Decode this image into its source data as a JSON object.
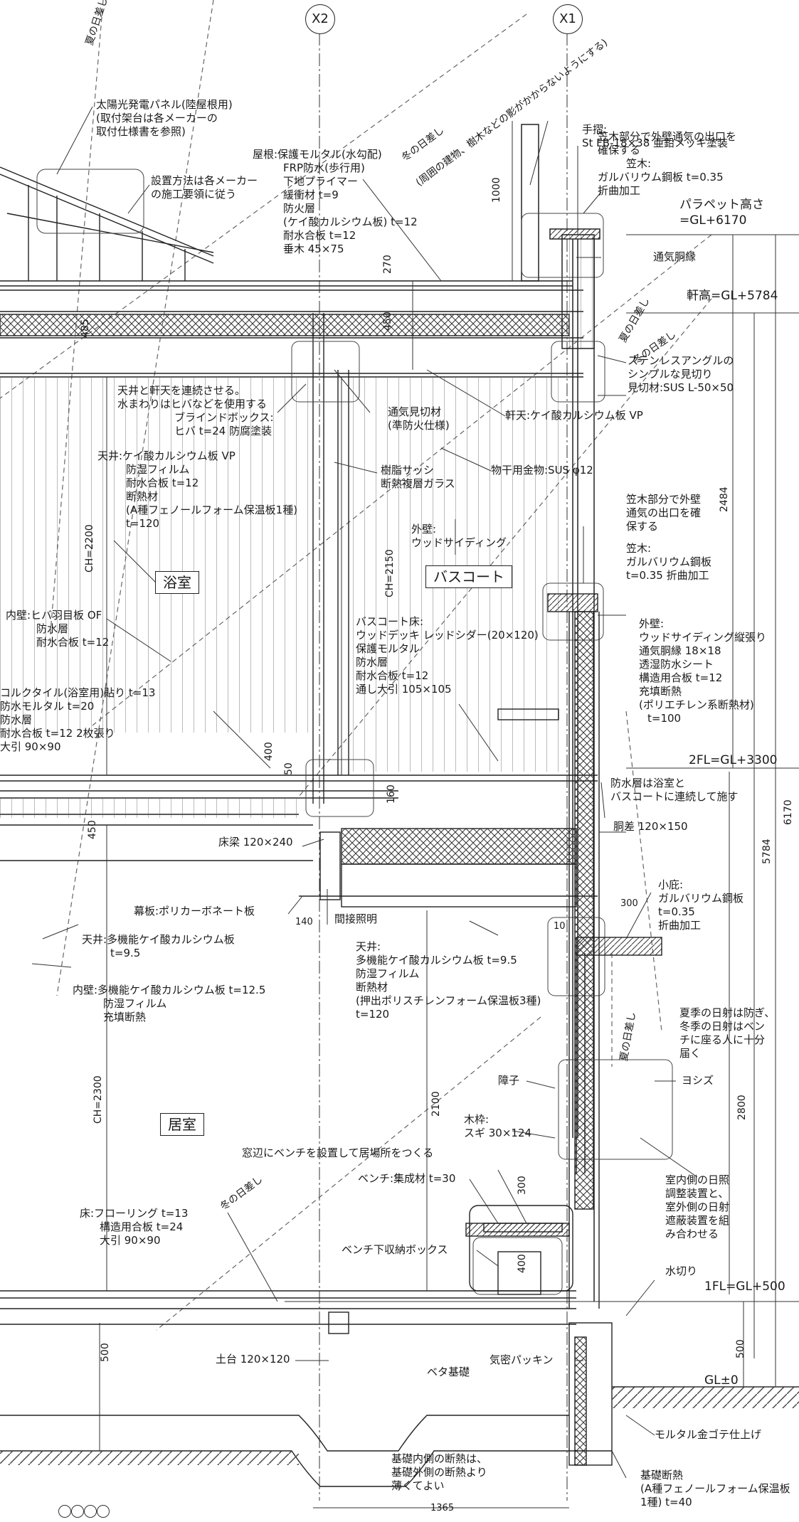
{
  "grid": {
    "x2": "X2",
    "x1": "X1"
  },
  "sun": {
    "summer_top": "夏の日差し",
    "winter_top_1": "冬の日差し",
    "winter_top_2": "(周囲の建物、樹木などの影がかからないようにする)",
    "summer_right": "夏の日差し",
    "winter_right": "冬の日差し",
    "summer_low": "夏の日差し",
    "winter_low": "冬の日差し"
  },
  "solar": {
    "l1": "太陽光発電パネル(陸屋根用)",
    "l2": "(取付架台は各メーカーの",
    "l3": "取付仕様書を参照)"
  },
  "install": {
    "l1": "設置方法は各メーカー",
    "l2": "の施工要領に従う"
  },
  "roof": {
    "l1": "屋根:保護モルタル(水勾配)",
    "l2": "FRP防水(歩行用)",
    "l3": "下地プライマー",
    "l4": "緩衝材 t=9",
    "l5": "防火層",
    "l6": "(ケイ酸カルシウム板) t=12",
    "l7": "耐水合板 t=12",
    "l8": "垂木 45×75"
  },
  "handrail": {
    "l1": "手摺:",
    "l2": "St FB-18×38 亜鉛メッキ塗装"
  },
  "coping_top": {
    "l1": "笠木部分で外壁通気の出口を",
    "l2": "確保する",
    "l3": "笠木:",
    "l4": "ガルバリウム鋼板 t=0.35",
    "l5": "折曲加工"
  },
  "levels": {
    "parapet_1": "パラペット高さ",
    "parapet_2": "=GL+6170",
    "eaves": "軒高=GL+5784",
    "fl2": "2FL=GL+3300",
    "fl1": "1FL=GL+500",
    "gl": "GL±0"
  },
  "vent_furring": "通気胴縁",
  "stainless": {
    "l1": "ステンレスアングルの",
    "l2": "シンプルな見切り",
    "l3": "見切材:SUS L-50×50"
  },
  "eaves_ceiling": "軒天:ケイ酸カルシウム板 VP",
  "blind": {
    "l1": "天井と軒天を連続させる。",
    "l2": "水まわりはヒバなどを使用する",
    "l3": "ブラインドボックス:",
    "l4": "ヒバ t=24 防腐塗装"
  },
  "vent_cut": {
    "l1": "通気見切材",
    "l2": "(準防火仕様)"
  },
  "dry_hook": "物干用金物:SUS φ12",
  "sash": {
    "l1": "樹脂サッシ",
    "l2": "断熱複層ガラス"
  },
  "ceiling_upper": {
    "l1": "天井:ケイ酸カルシウム板 VP",
    "l2": "防湿フィルム",
    "l3": "耐水合板 t=12",
    "l4": "断熱材",
    "l5": "(A種フェノールフォーム保温板1種)",
    "l6": "t=120"
  },
  "outer_wall_upper": {
    "l1": "外壁:",
    "l2": "ウッドサイディング"
  },
  "coping_mid": {
    "l1": "笠木部分で外壁",
    "l2": "通気の出口を確",
    "l3": "保する",
    "l4": "笠木:",
    "l5": "ガルバリウム鋼板",
    "l6": "t=0.35 折曲加工"
  },
  "rooms": {
    "bath": "浴室",
    "bath_court": "バスコート",
    "living": "居室"
  },
  "ch": {
    "bath": "CH=2200",
    "court": "CH=2150",
    "living": "CH=2300"
  },
  "inner_wall_upper": {
    "l1": "内壁:ヒバ羽目板 OF",
    "l2": "防水層",
    "l3": "耐水合板 t=12"
  },
  "court_floor": {
    "l1": "バスコート床:",
    "l2": "ウッドデッキ レッドシダー(20×120)",
    "l3": "保護モルタル",
    "l4": "防水層",
    "l5": "耐水合板 t=12",
    "l6": "通し大引 105×105"
  },
  "outer_wall_main": {
    "l1": "外壁:",
    "l2": "ウッドサイディング縦張り",
    "l3": "通気胴縁 18×18",
    "l4": "透湿防水シート",
    "l5": "構造用合板 t=12",
    "l6": "充填断熱",
    "l7": "(ポリエチレン系断熱材)",
    "l8": "t=100"
  },
  "bath_floor": {
    "l1": "コルクタイル(浴室用)貼り t=13",
    "l2": "防水モルタル t=20",
    "l3": "防水層",
    "l4": "耐水合板 t=12 2枚張り",
    "l5": "大引 90×90"
  },
  "waterproof": {
    "l1": "防水層は浴室と",
    "l2": "バスコートに連続して施す"
  },
  "belt": "胴差 120×150",
  "floor_beam": "床梁 120×240",
  "canopy": {
    "l1": "小庇:",
    "l2": "ガルバリウム鋼板",
    "l3": "t=0.35",
    "l4": "折曲加工"
  },
  "curtain": "幕板:ポリカーボネート板",
  "indirect": "間接照明",
  "ceiling_lower_left": {
    "l1": "天井:多機能ケイ酸カルシウム板",
    "l2": "t=9.5"
  },
  "ceiling_lower": {
    "l1": "天井:",
    "l2": "多機能ケイ酸カルシウム板 t=9.5",
    "l3": "防湿フィルム",
    "l4": "断熱材",
    "l5": "(押出ポリスチレンフォーム保温板3種)",
    "l6": "t=120"
  },
  "inner_wall_lower": {
    "l1": "内壁:多機能ケイ酸カルシウム板 t=12.5",
    "l2": "防湿フィルム",
    "l3": "充填断熱"
  },
  "summer_note": {
    "l1": "夏季の日射は防ぎ、",
    "l2": "冬季の日射はベン",
    "l3": "チに座る人に十分",
    "l4": "届く"
  },
  "shoji": "障子",
  "yoshizu": "ヨシズ",
  "wood_frame": {
    "l1": "木枠:",
    "l2": "スギ 30×124"
  },
  "window_bench": "窓辺にベンチを設置して居場所をつくる",
  "bench": "ベンチ:集成材 t=30",
  "light_note": {
    "l1": "室内側の日照",
    "l2": "調整装置と、",
    "l3": "室外側の日射",
    "l4": "遮蔽装置を組",
    "l5": "み合わせる"
  },
  "floor_lower": {
    "l1": "床:フローリング t=13",
    "l2": "構造用合板 t=24",
    "l3": "大引 90×90"
  },
  "storage": "ベンチ下収納ボックス",
  "drip": "水切り",
  "sill": "土台 120×120",
  "mat_found": "ベタ基礎",
  "packing": "気密パッキン",
  "mortar": "モルタル金ゴテ仕上げ",
  "found_note": {
    "l1": "基礎内側の断熱は、",
    "l2": "基礎外側の断熱より",
    "l3": "薄くてよい"
  },
  "found_insul": {
    "l1": "基礎断熱",
    "l2": "(A種フェノールフォーム保温板",
    "l3": "1種) t=40"
  },
  "dims": {
    "d1000": "1000",
    "d270": "270",
    "d450a": "450",
    "d485": "485",
    "d2484": "2484",
    "d6170": "6170",
    "d5784": "5784",
    "d2800": "2800",
    "d500r": "500",
    "d400a": "400",
    "d50": "50",
    "d160": "160",
    "d450b": "450",
    "d140": "140",
    "d10": "10",
    "d300a": "300",
    "d2100": "2100",
    "d300b": "300",
    "d400b": "400",
    "d500l": "500",
    "d1365": "1365"
  }
}
